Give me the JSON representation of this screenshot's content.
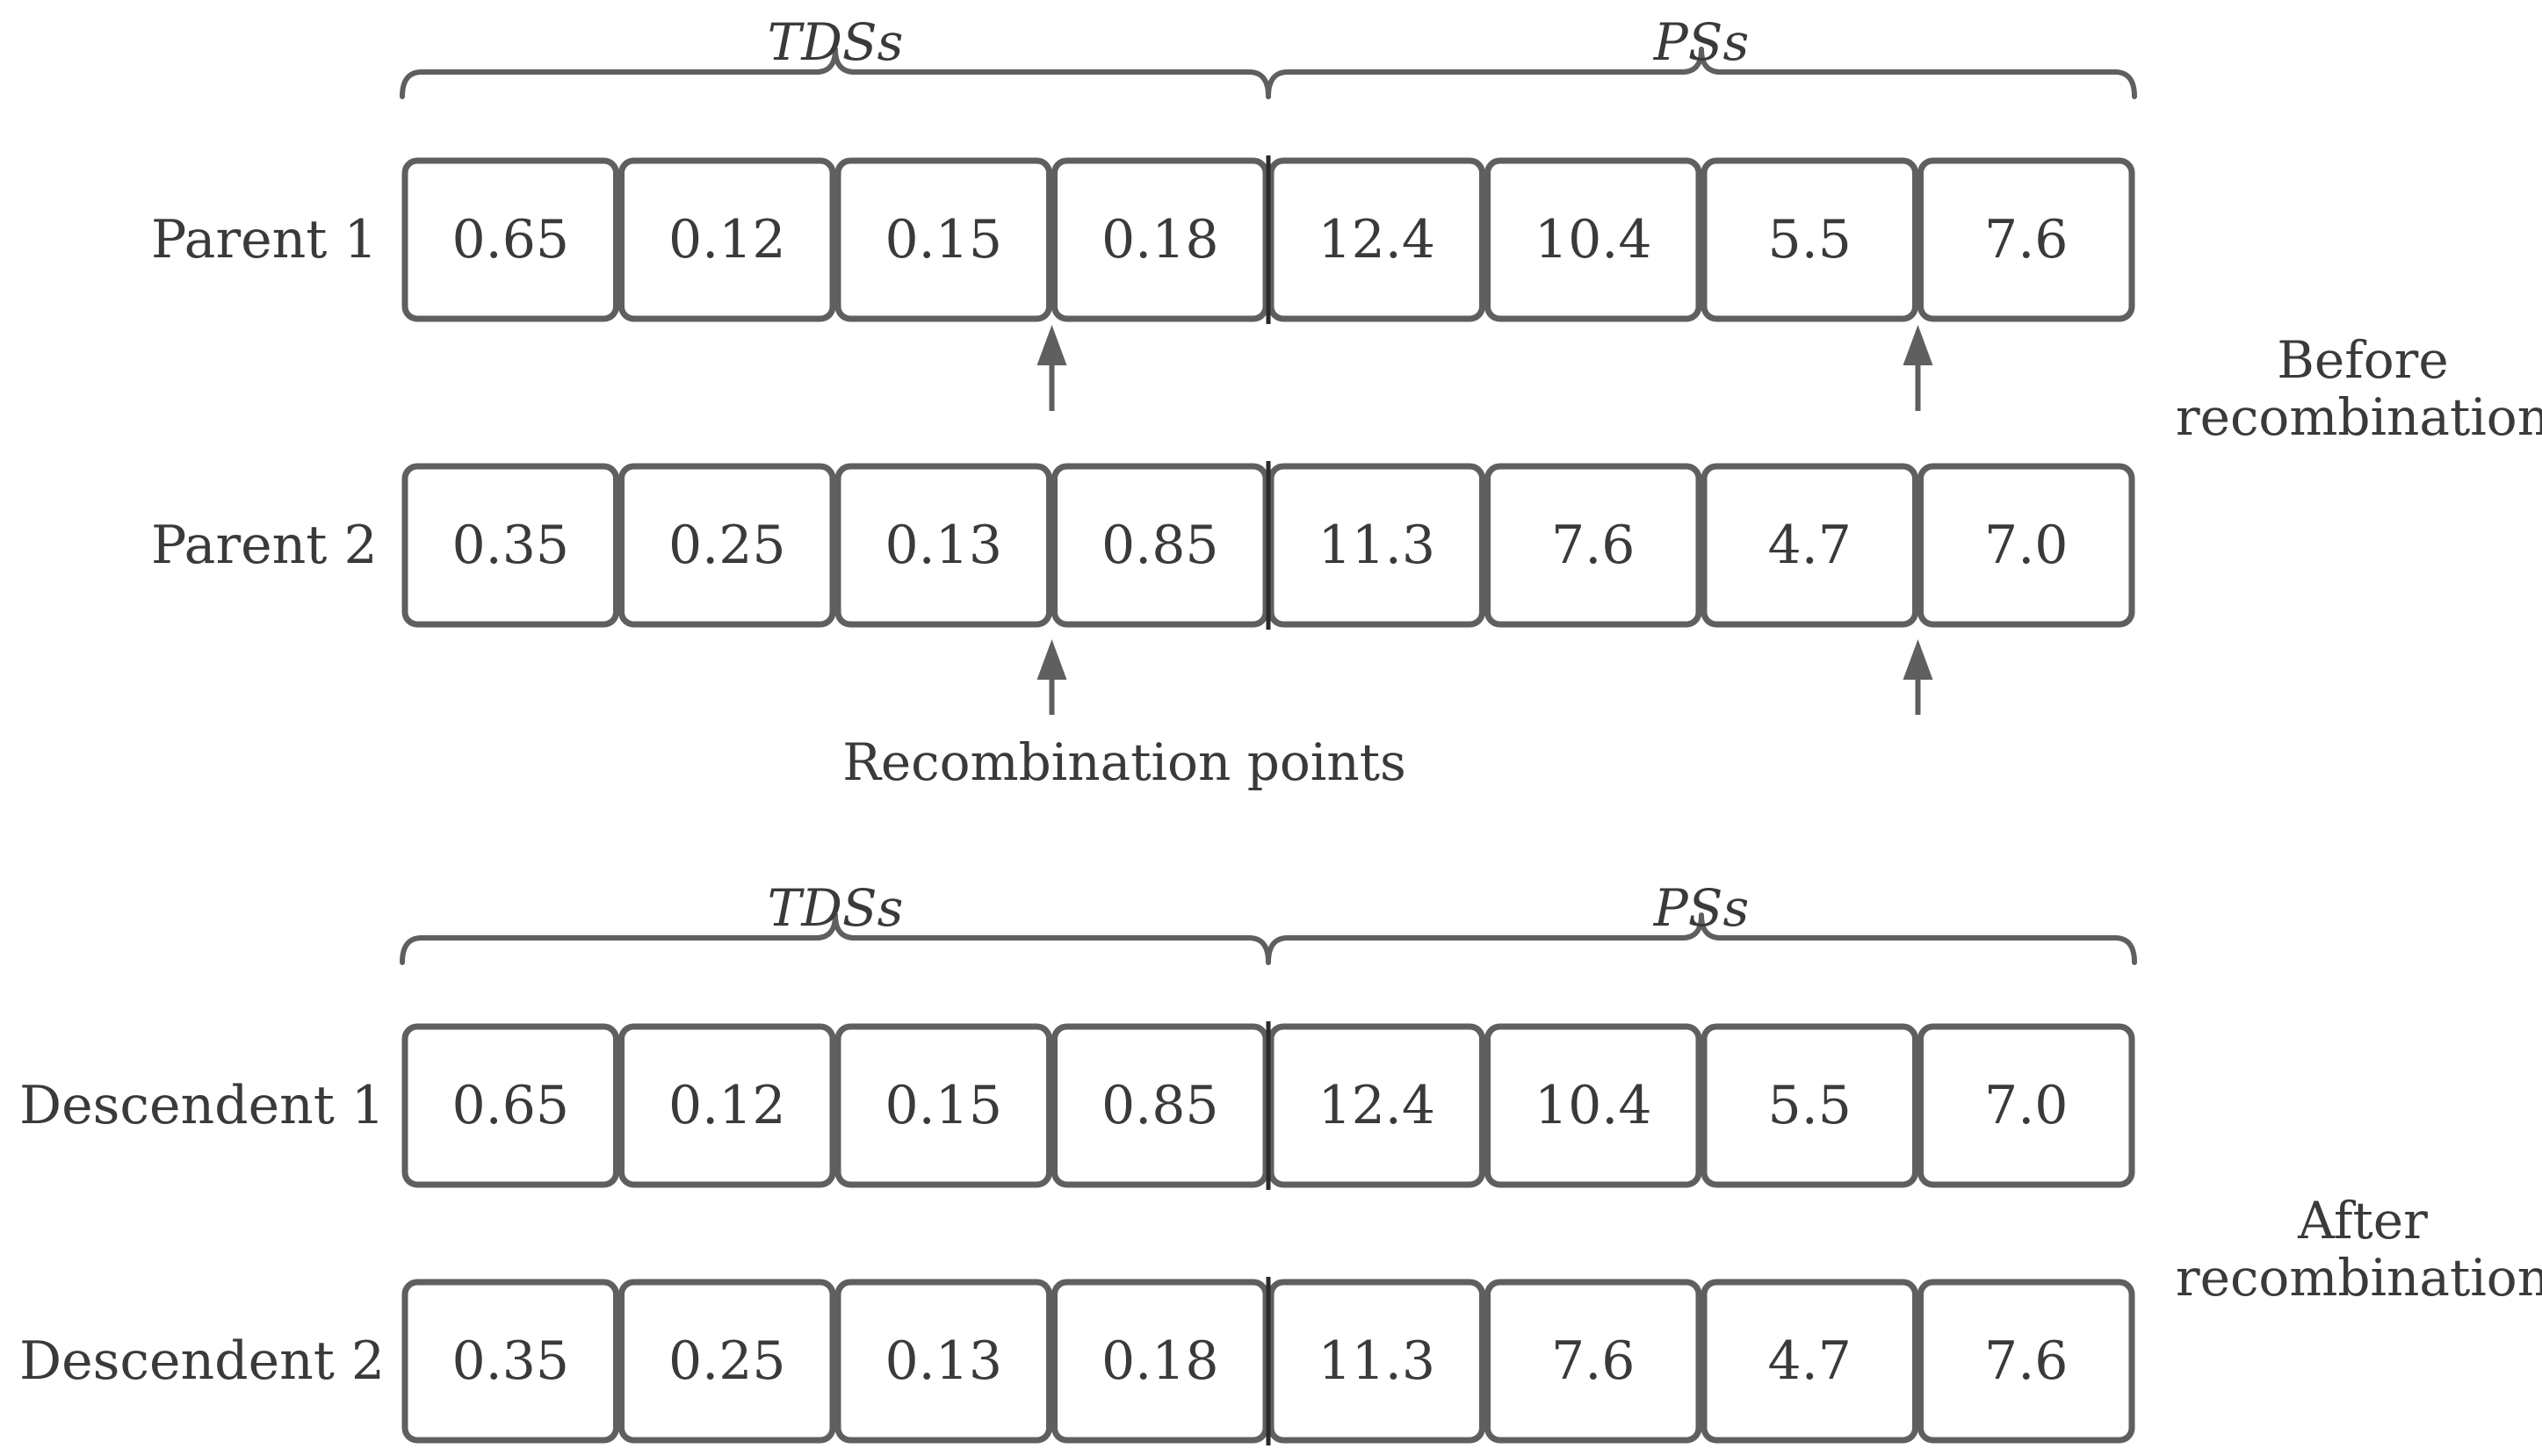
{
  "sections": [
    {
      "id": "before",
      "group_labels": [
        "TDSs",
        "PSs"
      ],
      "side_label": [
        "Before",
        "recombination"
      ],
      "rows": [
        {
          "label": "Parent 1",
          "cells": [
            "0.65",
            "0.12",
            "0.15",
            "0.18",
            "12.4",
            "10.4",
            "5.5",
            "7.6"
          ]
        },
        {
          "label": "Parent 2",
          "cells": [
            "0.35",
            "0.25",
            "0.13",
            "0.85",
            "11.3",
            "7.6",
            "4.7",
            "7.0"
          ]
        }
      ]
    },
    {
      "id": "after",
      "group_labels": [
        "TDSs",
        "PSs"
      ],
      "side_label": [
        "After",
        "recombination"
      ],
      "rows": [
        {
          "label": "Descendent 1",
          "cells": [
            "0.65",
            "0.12",
            "0.15",
            "0.85",
            "12.4",
            "10.4",
            "5.5",
            "7.0"
          ]
        },
        {
          "label": "Descendent 2",
          "cells": [
            "0.35",
            "0.25",
            "0.13",
            "0.18",
            "11.3",
            "7.6",
            "4.7",
            "7.6"
          ]
        }
      ]
    }
  ],
  "recombination_points_label": "Recombination points",
  "colors": {
    "stroke": "#5f5f5f",
    "text": "#3a3a3a",
    "divider": "#2a2a2a"
  }
}
